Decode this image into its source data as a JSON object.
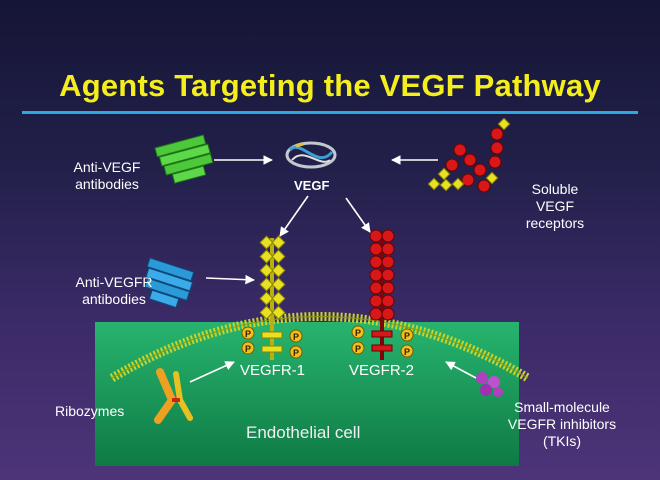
{
  "title": "Agents Targeting the VEGF Pathway",
  "labels": {
    "anti_vegf": [
      "Anti-VEGF",
      "antibodies"
    ],
    "vegf": "VEGF",
    "soluble": [
      "Soluble",
      "VEGF",
      "receptors"
    ],
    "anti_vegfr": [
      "Anti-VEGFR",
      "antibodies"
    ],
    "vegfr1": "VEGFR-1",
    "vegfr2": "VEGFR-2",
    "ribozymes": "Ribozymes",
    "endothelial": "Endothelial cell",
    "tki": [
      "Small-molecule",
      "VEGFR inhibitors",
      "(TKIs)"
    ],
    "phospho": "P"
  },
  "colors": {
    "title": "#f4ee1c",
    "title_rule": "#2aa8e0",
    "cell": "#1aa060",
    "membrane": "#c8d42a",
    "vegfr1": "#e8e020",
    "vegfr2": "#d81818",
    "anti_vegf": "#4cc83a",
    "anti_vegfr": "#2a9ad8",
    "tki": "#b040c0",
    "ribozyme": "#f0a020"
  }
}
